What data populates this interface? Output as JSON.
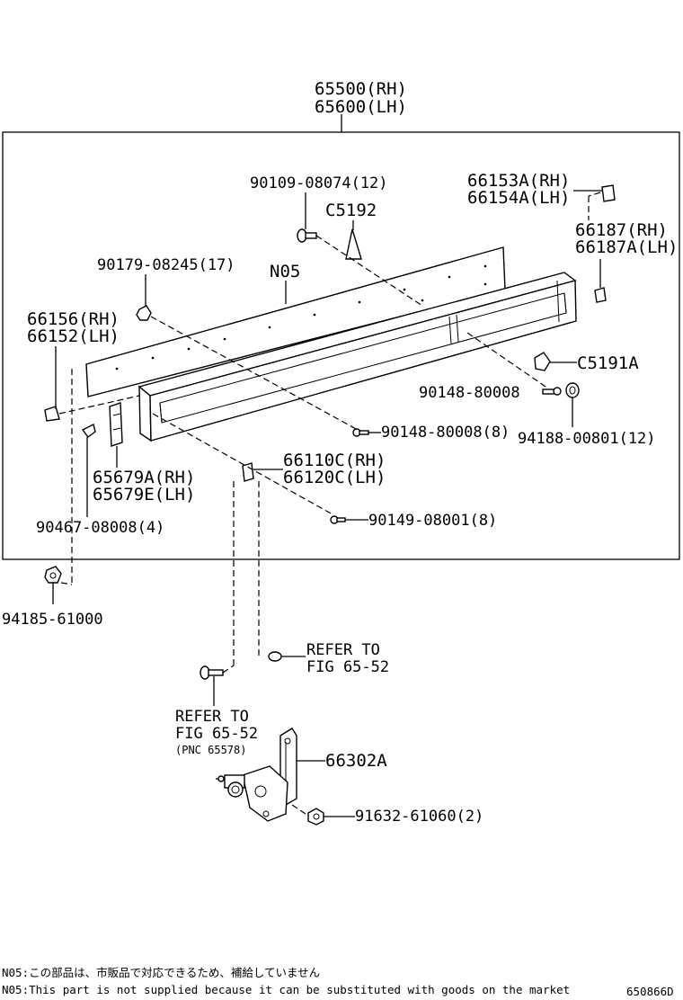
{
  "diagram": {
    "assembly": {
      "rh": "65500(RH)",
      "lh": "65600(LH)"
    },
    "labels": {
      "p90109": "90109-08074(12)",
      "c5192": "C5192",
      "p66153a": "66153A(RH)",
      "p66154a": "66154A(LH)",
      "p66187": "66187(RH)",
      "p66187a": "66187A(LH)",
      "p90179": "90179-08245(17)",
      "n05": "N05",
      "p66156": "66156(RH)",
      "p66152": "66152(LH)",
      "c5191a": "C5191A",
      "p90148a": "90148-80008",
      "p90148b": "90148-80008(8)",
      "p94188": "94188-00801(12)",
      "p66110c": "66110C(RH)",
      "p66120c": "66120C(LH)",
      "p65679a": "65679A(RH)",
      "p65679e": "65679E(LH)",
      "p90467": "90467-08008(4)",
      "p90149": "90149-08001(8)",
      "p94185": "94185-61000",
      "refer1_a": "REFER TO",
      "refer1_b": "FIG 65-52",
      "refer2_a": "REFER TO",
      "refer2_b": "FIG 65-52",
      "refer2_c": "(PNC 65578)",
      "p66302a": "66302A",
      "p91632": "91632-61060(2)"
    },
    "notes": {
      "jp": "N05:この部品は、市販品で対応できるため、補給していません",
      "en": "N05:This part is not supplied because it can be substituted with goods on the market"
    },
    "figure_id": "650866D"
  }
}
